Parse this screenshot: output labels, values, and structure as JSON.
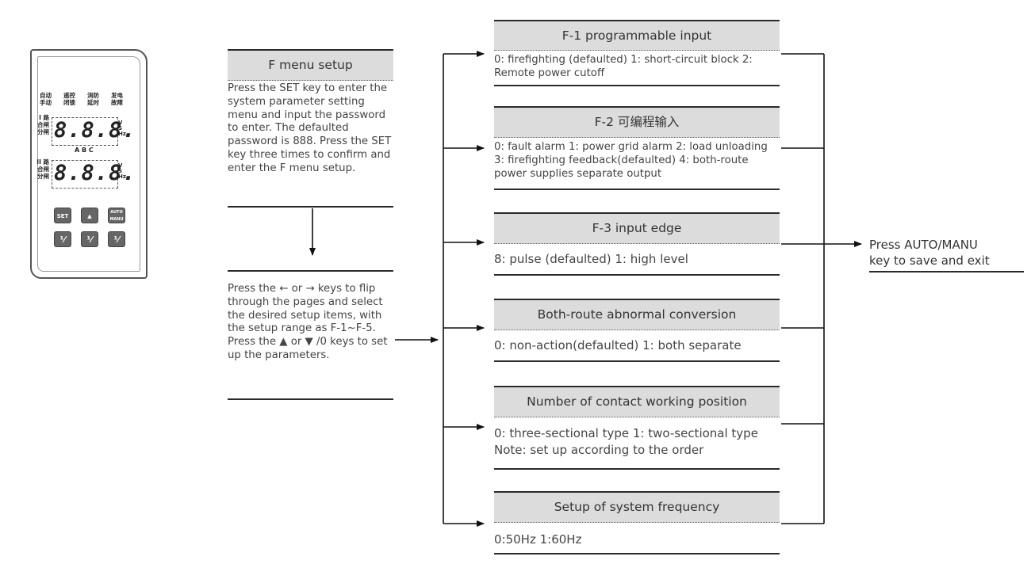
{
  "device": {
    "top_labels": [
      {
        "line1": "自动",
        "line2": "手动"
      },
      {
        "line1": "遥控",
        "line2": "闭锁"
      },
      {
        "line1": "消防",
        "line2": "延时"
      },
      {
        "line1": "发电",
        "line2": "故障"
      }
    ],
    "display1_label": [
      "I 路",
      "合闸",
      "分闸"
    ],
    "display2_label": [
      "II 路",
      "合闸",
      "分闸"
    ],
    "display_value": "8.8.8.",
    "units": [
      "V",
      "S",
      "Hz"
    ],
    "phases": "A    B    C",
    "keys_row1": [
      "SET",
      "▲",
      "AUTO MANU"
    ],
    "keys_row2": [
      "⅟",
      "⅟",
      "⅟"
    ]
  },
  "f_menu": {
    "title": "F menu setup",
    "body": "Press the SET key to enter the system parameter setting menu and input the password to enter. The defaulted password is 888. Press the SET key three times to confirm and enter the F menu setup."
  },
  "flip": {
    "body": "Press the ← or → keys to flip through the pages and select the desired setup items, with the setup range as F-1~F-5. Press the ▲ or ▼ /0 keys to set up the parameters."
  },
  "items": [
    {
      "title": "F-1 programmable input",
      "body": "0: firefighting (defaulted)  1: short-circuit block 2: Remote power cutoff"
    },
    {
      "title": "F-2 可编程输入",
      "body": "0: fault alarm  1: power grid alarm 2: load unloading  3: firefighting feedback(defaulted)  4: both-route power supplies separate output"
    },
    {
      "title": "F-3 input edge",
      "body": "8: pulse (defaulted)  1: high level"
    },
    {
      "title": "Both-route abnormal conversion",
      "body": "0: non-action(defaulted) 1: both separate"
    },
    {
      "title": "Number of contact working position",
      "body": "0: three-sectional type   1: two-sectional type Note: set up according to the order"
    },
    {
      "title": "Setup of system frequency",
      "body": "0:50Hz 1:60Hz"
    }
  ],
  "exit": {
    "line1": "Press AUTO/MANU",
    "line2": "key to save and exit"
  }
}
